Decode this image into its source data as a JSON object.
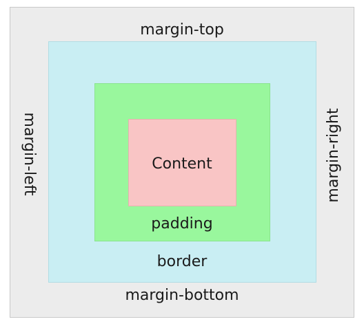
{
  "diagram": {
    "labels": {
      "margin_top": "margin-top",
      "margin_bottom": "margin-bottom",
      "margin_left": "margin-left",
      "margin_right": "margin-right",
      "border": "border",
      "padding": "padding",
      "content": "Content"
    },
    "colors": {
      "margin": "#ececec",
      "border": "#c9eef3",
      "padding": "#99f79d",
      "content": "#f9c5c5"
    }
  }
}
